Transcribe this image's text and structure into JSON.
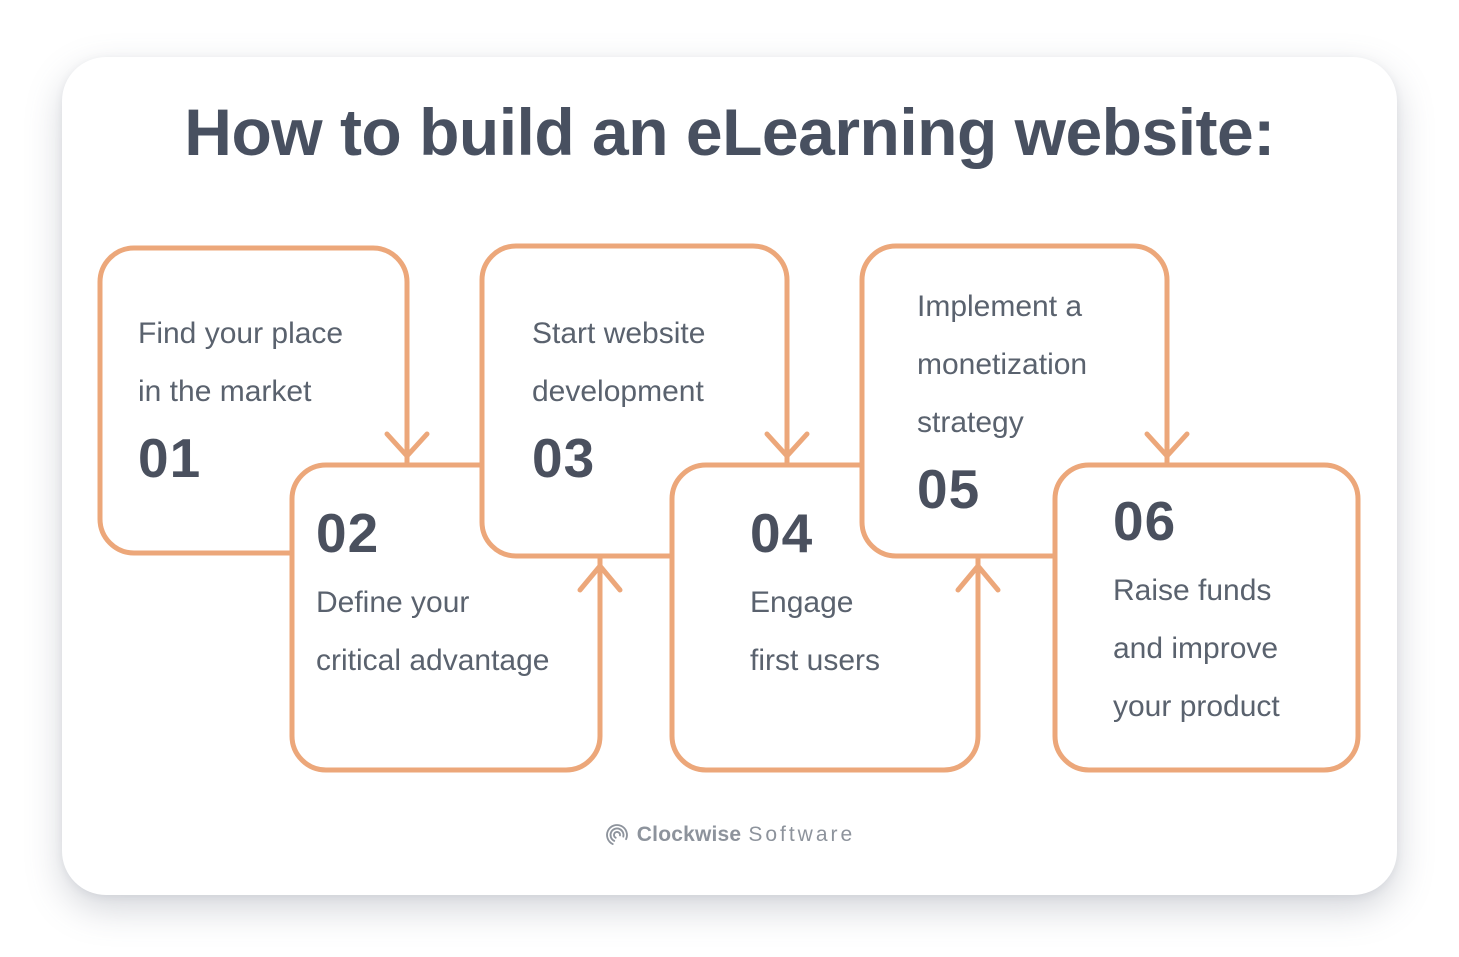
{
  "title": "How to build an eLearning website:",
  "steps": [
    {
      "number": "01",
      "lines": [
        "Find your place",
        "in the market"
      ]
    },
    {
      "number": "02",
      "lines": [
        "Define your",
        "critical advantage"
      ]
    },
    {
      "number": "03",
      "lines": [
        "Start website",
        "development"
      ]
    },
    {
      "number": "04",
      "lines": [
        "Engage",
        "first users"
      ]
    },
    {
      "number": "05",
      "lines": [
        "Implement a",
        "monetization",
        "strategy"
      ]
    },
    {
      "number": "06",
      "lines": [
        "Raise funds",
        "and improve",
        "your product"
      ]
    }
  ],
  "connectors": [
    {
      "from": "01",
      "to": "02",
      "direction": "down"
    },
    {
      "from": "02",
      "to": "03",
      "direction": "up"
    },
    {
      "from": "03",
      "to": "04",
      "direction": "down"
    },
    {
      "from": "04",
      "to": "05",
      "direction": "up"
    },
    {
      "from": "05",
      "to": "06",
      "direction": "down"
    }
  ],
  "footer": {
    "brand_bold": "Clockwise",
    "brand_light": "Software"
  },
  "colors": {
    "accent": "#ECA77A",
    "title": "#485060",
    "text": "#5A626E",
    "number": "#4A505E",
    "logo": "#8D939C",
    "card-bg": "#FFFFFF"
  }
}
